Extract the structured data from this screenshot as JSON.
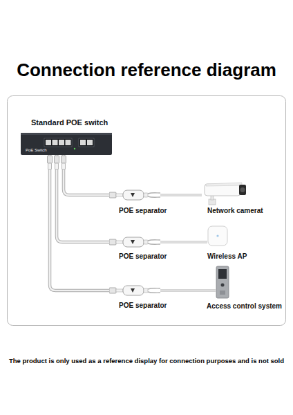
{
  "diagram": {
    "title": "Connection reference diagram",
    "caption": "The product is only used as a reference display for connection purposes and is not sold",
    "nodes": [
      {
        "text": [
          "Standard POE switch",
          "PoE Switch"
        ]
      },
      {
        "text": [
          "POE separator"
        ]
      },
      {
        "text": [
          "Network camerat"
        ]
      },
      {
        "text": [
          "POE separator"
        ]
      },
      {
        "text": [
          "Wireless AP"
        ]
      },
      {
        "text": [
          "POE separator"
        ]
      },
      {
        "text": [
          "Access control system"
        ]
      }
    ],
    "edges": [
      {
        "from": 0,
        "to": 1,
        "arrow": "none"
      },
      {
        "from": 1,
        "to": 2,
        "arrow": "none"
      },
      {
        "from": 0,
        "to": 3,
        "arrow": "none"
      },
      {
        "from": 3,
        "to": 4,
        "arrow": "none"
      },
      {
        "from": 0,
        "to": 5,
        "arrow": "none"
      },
      {
        "from": 5,
        "to": 6,
        "arrow": "none"
      }
    ]
  }
}
